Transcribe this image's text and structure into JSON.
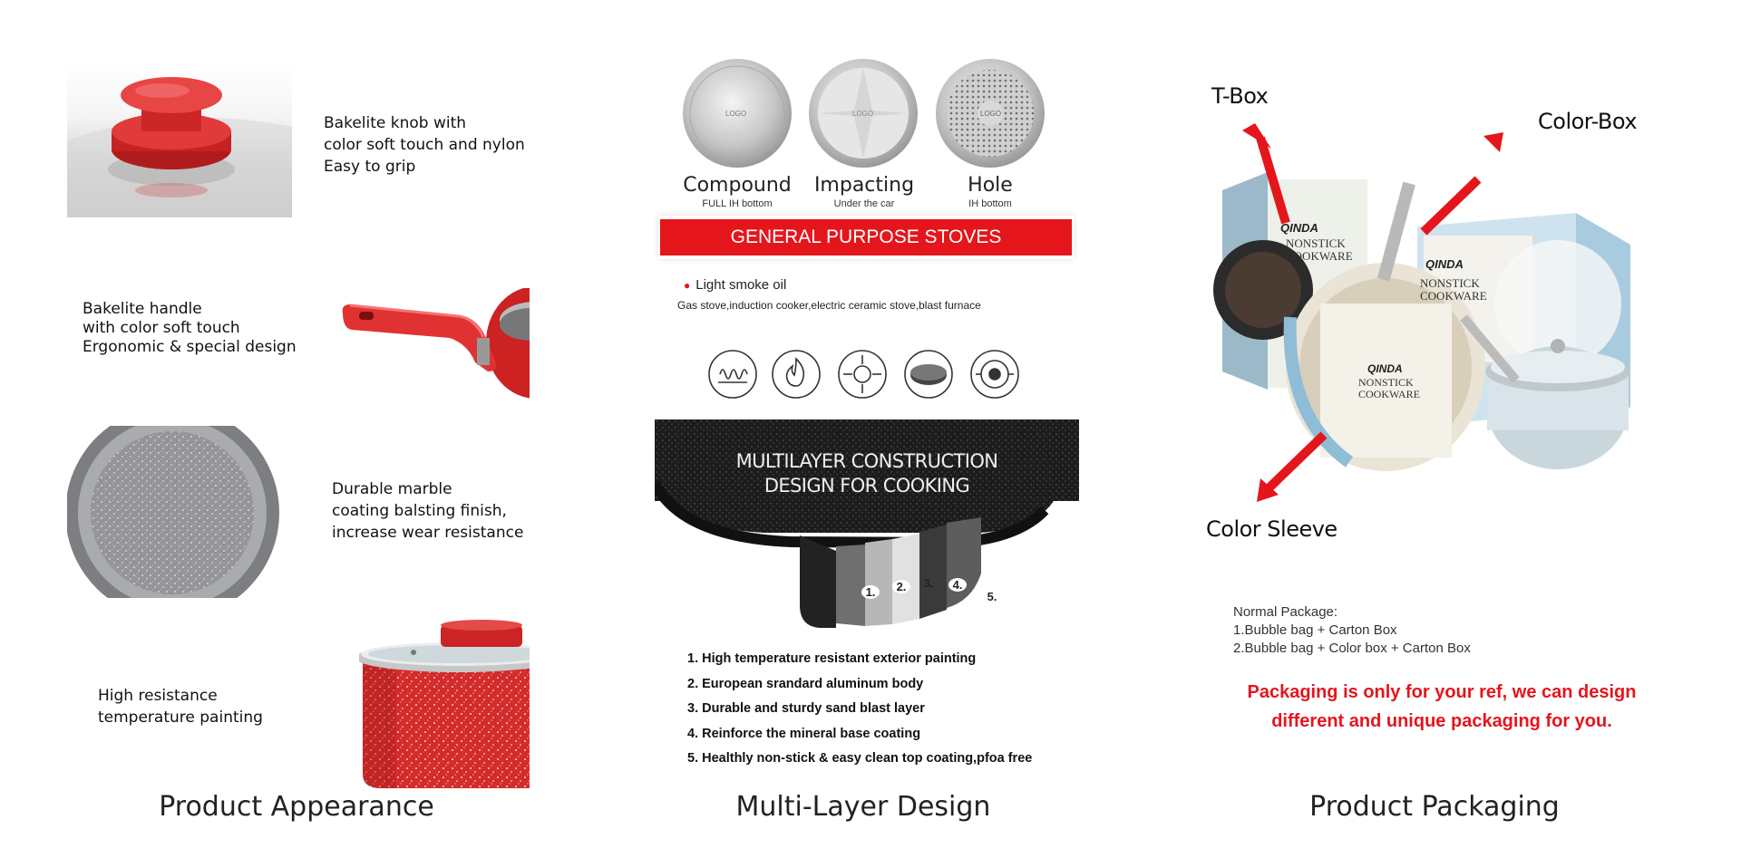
{
  "appearance": {
    "title": "Product Appearance",
    "captions": [
      {
        "lines": [
          "Bakelite knob with",
          "color soft touch and nylon",
          "Easy to grip"
        ]
      },
      {
        "lines": [
          "Bakelite handle",
          "with color soft touch",
          "Ergonomic & special design"
        ]
      },
      {
        "lines": [
          "Durable marble",
          "coating balsting finish,",
          "increase wear resistance"
        ]
      },
      {
        "lines": [
          "High resistance",
          "temperature painting"
        ]
      }
    ]
  },
  "multilayer": {
    "title": "Multi-Layer Design",
    "bottoms": [
      {
        "name": "Compound",
        "sub": "FULL IH bottom",
        "logo": "LOGO"
      },
      {
        "name": "Impacting",
        "sub": "Under the car",
        "logo": "LOGO"
      },
      {
        "name": "Hole",
        "sub": "IH bottom",
        "logo": "LOGO"
      }
    ],
    "banner": "GENERAL PURPOSE STOVES",
    "smoke": "Light smoke oil",
    "stoves": "Gas stove,induction cooker,electric ceramic stove,blast furnace",
    "stove_icons": [
      "induction-coil-icon",
      "gas-flame-icon",
      "gas-burner-icon",
      "ceramic-plate-icon",
      "halogen-ring-icon"
    ],
    "construction_title": [
      "MULTILAYER CONSTRUCTION",
      "DESIGN FOR COOKING"
    ],
    "layer_numbers": [
      "1.",
      "2.",
      "3.",
      "4.",
      "5."
    ],
    "list": [
      "1. High temperature resistant exterior painting",
      "2. European srandard aluminum body",
      "3. Durable and sturdy sand blast layer",
      "4. Reinforce the mineral base coating",
      "5. Healthly non-stick & easy clean top coating,pfoa free"
    ]
  },
  "packaging": {
    "title": "Product Packaging",
    "labels": {
      "tbox": "T-Box",
      "colorbox": "Color-Box",
      "sleeve": "Color Sleeve"
    },
    "brand": "QINDA",
    "box_text": [
      "NONSTICK",
      "COOKWARE"
    ],
    "normal_package": "Normal Package:",
    "options": [
      "1.Bubble bag + Carton Box",
      "2.Bubble bag + Color box + Carton Box"
    ],
    "note": [
      "Packaging is only for your ref, we can design",
      "different and unique packaging for you."
    ]
  },
  "colors": {
    "accent_red": "#e5151c",
    "pan_red": "#d42b2b",
    "dark": "#1a1a1a"
  }
}
